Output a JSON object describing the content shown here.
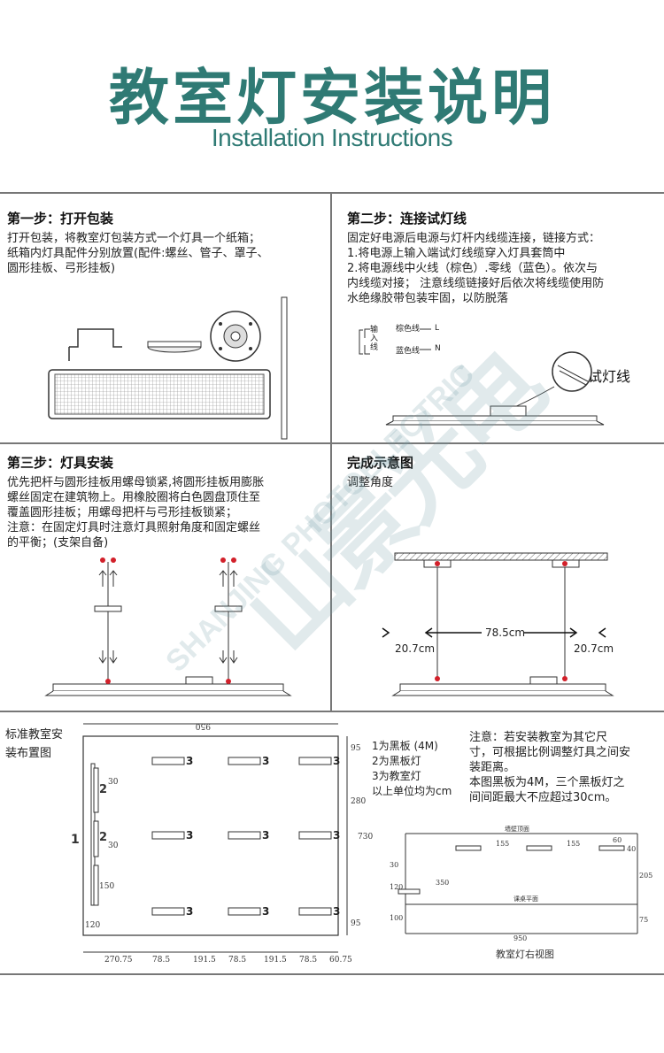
{
  "header": {
    "title": "教室灯安装说明",
    "subtitle": "Installation Instructions"
  },
  "step1": {
    "title": "第一步：打开包装",
    "lines": [
      "打开包装，将教室灯包装方式一个灯具一个纸箱；",
      "纸箱内灯具配件分别放置(配件:螺丝、管子、罩子、",
      "圆形挂板、弓形挂板)"
    ]
  },
  "step2": {
    "title": "第二步：连接试灯线",
    "lines": [
      "固定好电源后电源与灯杆内线缆连接，链接方式：",
      "1.将电源上输入端试灯线缆穿入灯具套筒中",
      "2.将电源线中火线（棕色）.零线（蓝色）。依次与",
      "内线缆对接；  注意线缆链接好后依次将线缆使用防",
      "水绝缘胶带包装牢固，以防脱落"
    ],
    "wiring": {
      "input_label": "输入线",
      "brown": "棕色线",
      "blue": "蓝色线",
      "L": "L",
      "N": "N"
    },
    "test_label": "试灯线"
  },
  "step3": {
    "title": "第三步：灯具安装",
    "lines": [
      "优先把杆与圆形挂板用螺母锁紧,将圆形挂板用膨胀",
      "螺丝固定在建筑物上。用橡胶圈将白色圆盘顶住至",
      "覆盖圆形挂板；用螺母把杆与弓形挂板锁紧；",
      "注意：在固定灯具时注意灯具照射角度和固定螺丝",
      "的平衡；(支架自备)"
    ]
  },
  "complete": {
    "title": "完成示意图",
    "subtitle": "调整角度",
    "dims": {
      "left": "20.7cm",
      "center": "78.5cm",
      "right": "20.7cm"
    }
  },
  "layout": {
    "title_lines": [
      "标准教室安",
      "装布置图"
    ],
    "legend": [
      "1为黑板 (4M)",
      "2为黑板灯",
      "3为教室灯",
      "以上单位均为cm"
    ],
    "note": [
      "注意：若安装教室为其它尺",
      "寸，可根据比例调整灯具之间安",
      "装距离。",
      "本图黑板为4M，三个黑板灯之",
      "间间距最大不应超过30cm。"
    ],
    "plan": {
      "top_width": "950",
      "right_dims": [
        "95",
        "280",
        "730",
        "95"
      ],
      "left_dims": [
        "30",
        "30",
        "150",
        "120"
      ],
      "bottom_dims": [
        "270.75",
        "78.5",
        "191.5",
        "78.5",
        "191.5",
        "78.5",
        "60.75"
      ],
      "lamp_label": "3",
      "board_label": "2",
      "blackboard_label": "1"
    },
    "side": {
      "ceiling_label": "墙壁顶面",
      "desk_label": "课桌平面",
      "caption": "教室灯右视图",
      "top_dims": [
        "155",
        "155",
        "60",
        "40"
      ],
      "left_dims": [
        "30",
        "120",
        "100"
      ],
      "mid_dim": "350",
      "right_dims": [
        "205",
        "75"
      ],
      "bottom_dim": "950"
    }
  },
  "watermark": {
    "cn": "山景光电",
    "en": "SHANJING PHOTOELECTRIC"
  },
  "colors": {
    "accent": "#2f7a74",
    "rule": "#777777",
    "wire_red": "#d2202a"
  }
}
